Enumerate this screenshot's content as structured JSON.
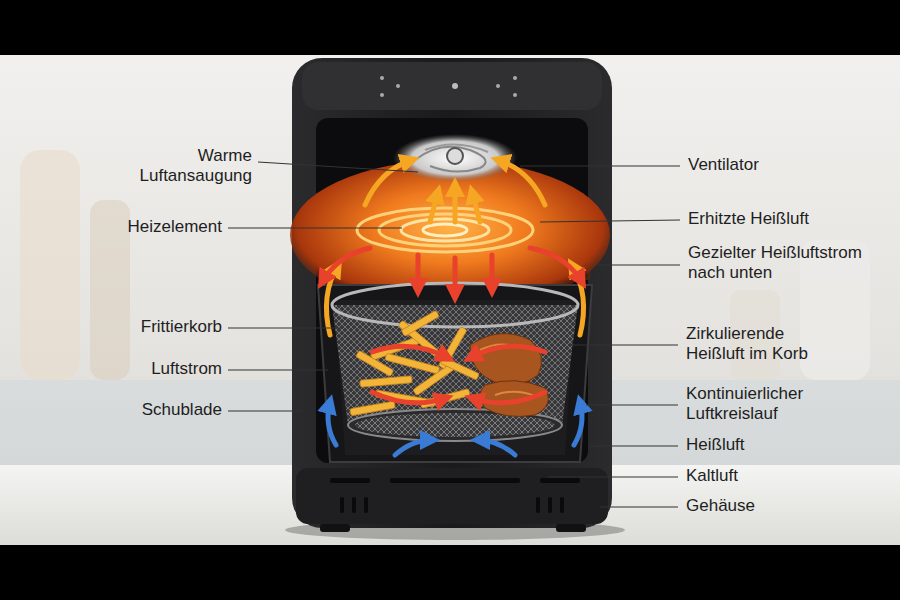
{
  "diagram": {
    "labels": [
      "Warme Luftansaugung",
      "Ventilator",
      "Heizelement",
      "Erhitzte Heißluft",
      "Gezielter Heißluftstrom nach unten",
      "Frittierkorb",
      "Zirkulierende Heißluft im Korb",
      "Luftstrom",
      "Kontinuierlicher Luftkreislauf",
      "Schublade",
      "Heißluft",
      "Kaltluft",
      "Gehäuse"
    ]
  }
}
